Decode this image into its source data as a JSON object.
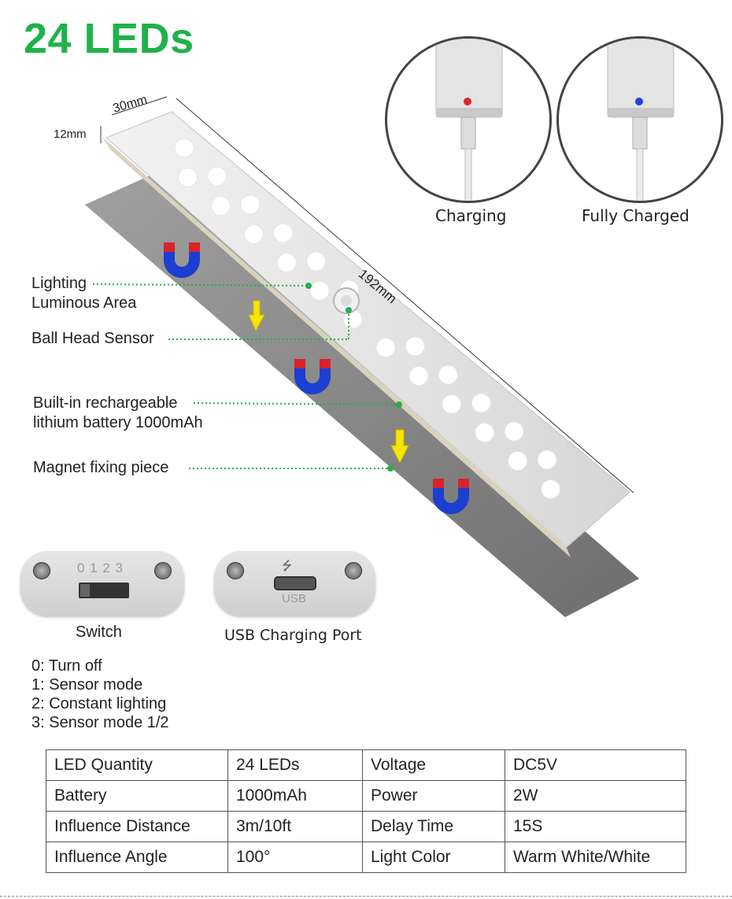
{
  "title": "24 LEDs",
  "indicator": {
    "charging_label": "Charging",
    "charging_color": "#e0262d",
    "charged_label": "Fully Charged",
    "charged_color": "#2442e0"
  },
  "dimensions": {
    "width": "30mm",
    "height": "12mm",
    "length": "192mm"
  },
  "callouts": {
    "lighting_line1": "Lighting",
    "lighting_line2": "Luminous Area",
    "sensor": "Ball Head Sensor",
    "battery_line1": "Built-in rechargeable",
    "battery_line2": "lithium battery 1000mAh",
    "magnet": "Magnet fixing piece"
  },
  "switch": {
    "positions": "0 1 2 3",
    "caption": "Switch"
  },
  "usb": {
    "label": "USB",
    "caption": "USB Charging Port"
  },
  "modes": [
    "0: Turn off",
    "1: Sensor mode",
    "2: Constant lighting",
    "3: Sensor mode 1/2"
  ],
  "specs": [
    [
      "LED Quantity",
      "24 LEDs",
      "Voltage",
      "DC5V"
    ],
    [
      "Battery",
      "1000mAh",
      "Power",
      "2W"
    ],
    [
      "Influence Distance",
      "3m/10ft",
      "Delay Time",
      "15S"
    ],
    [
      "Influence Angle",
      "100°",
      "Light Color",
      "Warm White/White"
    ]
  ],
  "colors": {
    "accent_green": "#1fb24a",
    "arrow_yellow": "#f5e600",
    "magnet_red": "#d8232a",
    "magnet_blue": "#1b3fd1"
  }
}
